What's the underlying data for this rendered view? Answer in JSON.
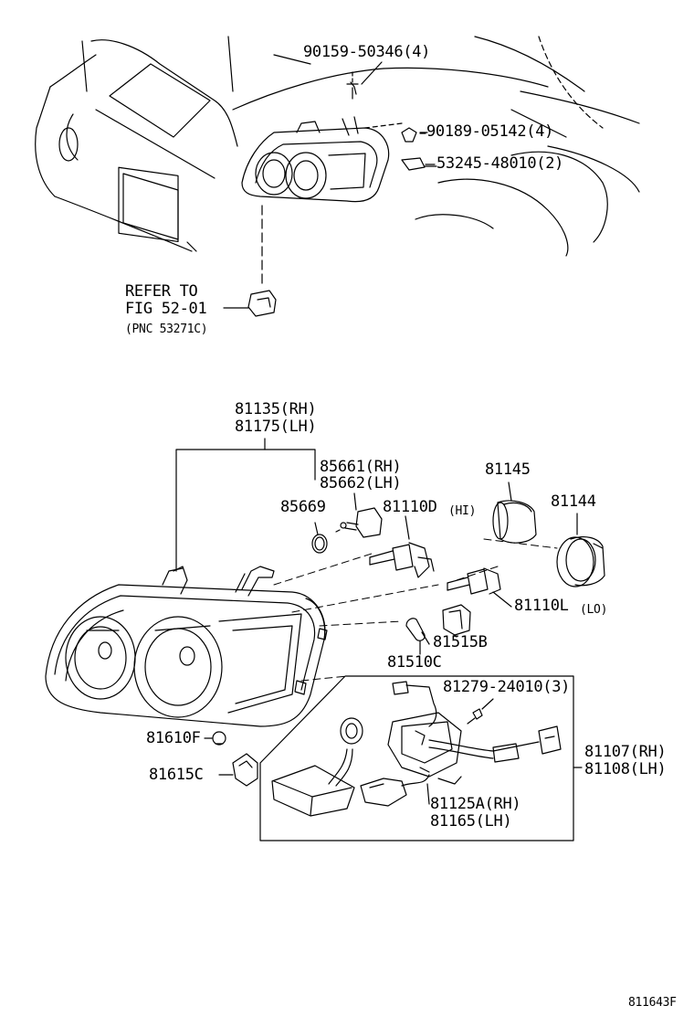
{
  "labels": {
    "p90159": "90159-50346(4)",
    "p90189": "90189-05142(4)",
    "p53245": "53245-48010(2)",
    "refer1": "REFER TO",
    "refer2": "FIG 52-01",
    "refer3": "(PNC 53271C)",
    "p81135": "81135(RH)",
    "p81175": "81175(LH)",
    "p85661": "85661(RH)",
    "p85662": "85662(LH)",
    "p85669": "85669",
    "p81110d": "81110D",
    "p81110d_sub": "(HI)",
    "p81145": "81145",
    "p81144": "81144",
    "p81110l": "81110L",
    "p81110l_sub": "(LO)",
    "p81515b": "81515B",
    "p81510c": "81510C",
    "p81279": "81279-24010(3)",
    "p81610f": "81610F",
    "p81615c": "81615C",
    "p81107": "81107(RH)",
    "p81108": "81108(LH)",
    "p81125a": "81125A(RH)",
    "p81165": "81165(LH)",
    "figure_code": "811643F"
  }
}
